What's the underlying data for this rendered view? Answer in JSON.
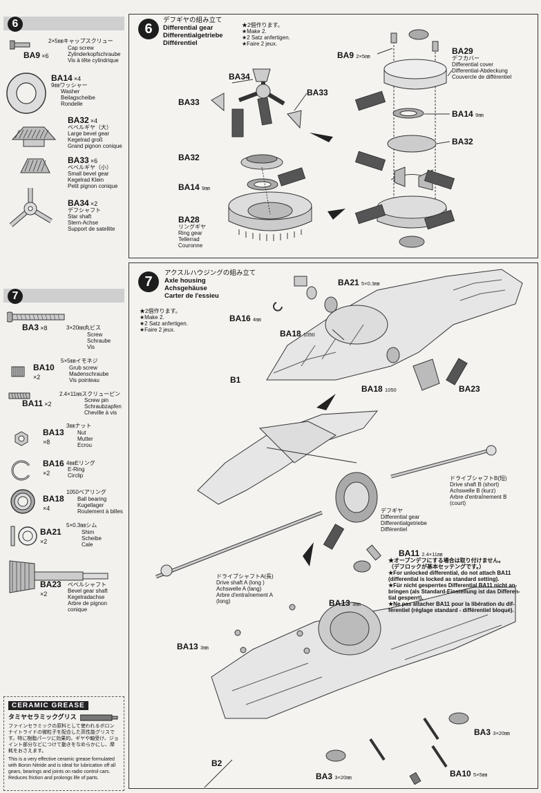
{
  "sec6": {
    "num": "6",
    "parts": [
      {
        "id": "BA9",
        "qty": "×6",
        "jp": "2×5㎜キャップスクリュー",
        "lines": [
          "Cap screw",
          "Zylinderkopfschraube",
          "Vis à tête cylindrique"
        ]
      },
      {
        "id": "BA14",
        "qty": "×4",
        "jp": "9㎜ワッシャー",
        "lines": [
          "Washer",
          "Beilagscheibe",
          "Rondelle"
        ]
      },
      {
        "id": "BA32",
        "qty": "×4",
        "jp": "ベベルギヤ（大）",
        "lines": [
          "Large bevel gear",
          "Kegelrad groß",
          "Grand pignon conique"
        ]
      },
      {
        "id": "BA33",
        "qty": "×6",
        "jp": "ベベルギヤ（小）",
        "lines": [
          "Small bevel gear",
          "Kegelrad Klein",
          "Petit pignon conique"
        ]
      },
      {
        "id": "BA34",
        "qty": "×2",
        "jp": "デフシャフト",
        "lines": [
          "Star shaft",
          "Stern-Achse",
          "Support de satellite"
        ]
      }
    ]
  },
  "sec7": {
    "num": "7",
    "parts": [
      {
        "id": "BA3",
        "qty": "×8",
        "jp": "3×20㎜丸ビス",
        "lines": [
          "Screw",
          "Schraube",
          "Vis"
        ]
      },
      {
        "id": "BA10",
        "qty": "×2",
        "jp": "5×5㎜イモネジ",
        "lines": [
          "Grub screw",
          "Madenschraube",
          "Vis pointeau"
        ]
      },
      {
        "id": "BA11",
        "qty": "×2",
        "jp": "2.4×11㎜スクリューピン",
        "lines": [
          "Screw pin",
          "Schraubzapfen",
          "Cheville à vis"
        ]
      },
      {
        "id": "BA13",
        "qty": "×8",
        "jp": "3㎜ナット",
        "lines": [
          "Nut",
          "Mutter",
          "Ecrou"
        ]
      },
      {
        "id": "BA16",
        "qty": "×2",
        "jp": "4㎜Eリング",
        "lines": [
          "E-Ring",
          "Circlip"
        ]
      },
      {
        "id": "BA18",
        "qty": "×4",
        "jp": "1050ベアリング",
        "lines": [
          "Ball bearing",
          "Kugellager",
          "Roulement à billes"
        ]
      },
      {
        "id": "BA21",
        "qty": "×2",
        "jp": "5×0.3㎜シム",
        "lines": [
          "Shim",
          "Scheibe",
          "Cale"
        ]
      },
      {
        "id": "BA23",
        "qty": "×2",
        "jp": "ベベルシャフト",
        "lines": [
          "Bevel gear shaft",
          "Kegelradachse",
          "Arbre de pignon",
          "conique"
        ]
      }
    ]
  },
  "grease": {
    "logo": "CERAMIC GREASE",
    "jp_title": "タミヤセラミックグリス",
    "jp_body": "ファインセラミックの原料として使われるボロンナイトライドの微粒子を配合した高性能グリスです。特に樹脂パーツに効果的。ギヤや軸受け、ジョイント部分などにつけて動きをなめらかにし、摩耗をおさえます。",
    "en_body": "This is a very effective ceramic grease formulated with Boron Nitride and is ideal for lubrication off all gears, bearings and joints on radio control cars. Reduces friction and prolongs life of parts."
  },
  "step6": {
    "num": "6",
    "title": [
      "デフギヤの組み立て",
      "Differential gear",
      "Differentialgetriebe",
      "Différentiel"
    ],
    "make": [
      "★2個作ります。",
      "★Make 2.",
      "★2 Satz anfertigen.",
      "★Faire 2 jeux."
    ],
    "labels": {
      "ba34": "BA34",
      "ba33a": "BA33",
      "ba33b": "BA33",
      "ba32a": "BA32",
      "ba14a": "BA14",
      "ba14a_s": "9㎜",
      "ba28": "BA28",
      "ba28_lines": [
        "リングギヤ",
        "Ring gear",
        "Tellerrad",
        "Couronne"
      ],
      "ba9": "BA9",
      "ba9_s": "2×5㎜",
      "ba29": "BA29",
      "ba29_lines": [
        "デフカバー",
        "Differential cover",
        "Differential-Abdeckung",
        "Couvercle de différentiel"
      ],
      "ba14b": "BA14",
      "ba14b_s": "9㎜",
      "ba32b": "BA32"
    }
  },
  "step7": {
    "num": "7",
    "title": [
      "アクスルハウジングの組み立て",
      "Axle housing",
      "Achsgehäuse",
      "Carter de l'essieu"
    ],
    "make": [
      "★2個作ります。",
      "★Make 2.",
      "★2 Satz anfertigen.",
      "★Faire 2 jeux."
    ],
    "labels": {
      "ba21": "BA21",
      "ba21_s": "5×0.3㎜",
      "ba16": "BA16",
      "ba16_s": "4㎜",
      "ba18a": "BA18",
      "ba18a_s": "1050",
      "b1": "B1",
      "ba18b": "BA18",
      "ba18b_s": "1050",
      "ba23": "BA23",
      "ba11": "BA11",
      "ba11_s": "2.4×11㎜",
      "ba13a": "BA13",
      "ba13a_s": "3㎜",
      "ba13b": "BA13",
      "ba13b_s": "3㎜",
      "ba3a": "BA3",
      "ba3a_s": "3×20㎜",
      "b2": "B2",
      "ba3b": "BA3",
      "ba3b_s": "3×20㎜",
      "ba10": "BA10",
      "ba10_s": "5×5㎜"
    },
    "shaft_b": [
      "ドライブシャフトB(短)",
      "Drive shaft B (short)",
      "Achswelle B (kurz)",
      "Arbre d'entraînement B",
      "(court)"
    ],
    "diff": [
      "デフギヤ",
      "Differential gear",
      "Differentialgetriebe",
      "Différentiel"
    ],
    "shaft_a": [
      "ドライブシャフトA(長)",
      "Drive shaft A (long )",
      "Achswelle A (lang)",
      "Arbre d'entraînement A",
      "(long)"
    ],
    "ba11_note": [
      "★オープンデフにする場合は取り付けません。",
      "（デフロックが基本セッテングです。）",
      "★For unlocked differential, do not attach BA11",
      "(differential is locked as standard setting).",
      "★Für nicht gesperrtes Differential BA11 nicht an-",
      "bringen (als Standard-Einstellung ist das Differen-",
      "tial gesperrt).",
      "★Ne pas attacher BA11 pour la libération du dif-",
      "férentiel (réglage standard - différentiel bloqué)."
    ]
  }
}
